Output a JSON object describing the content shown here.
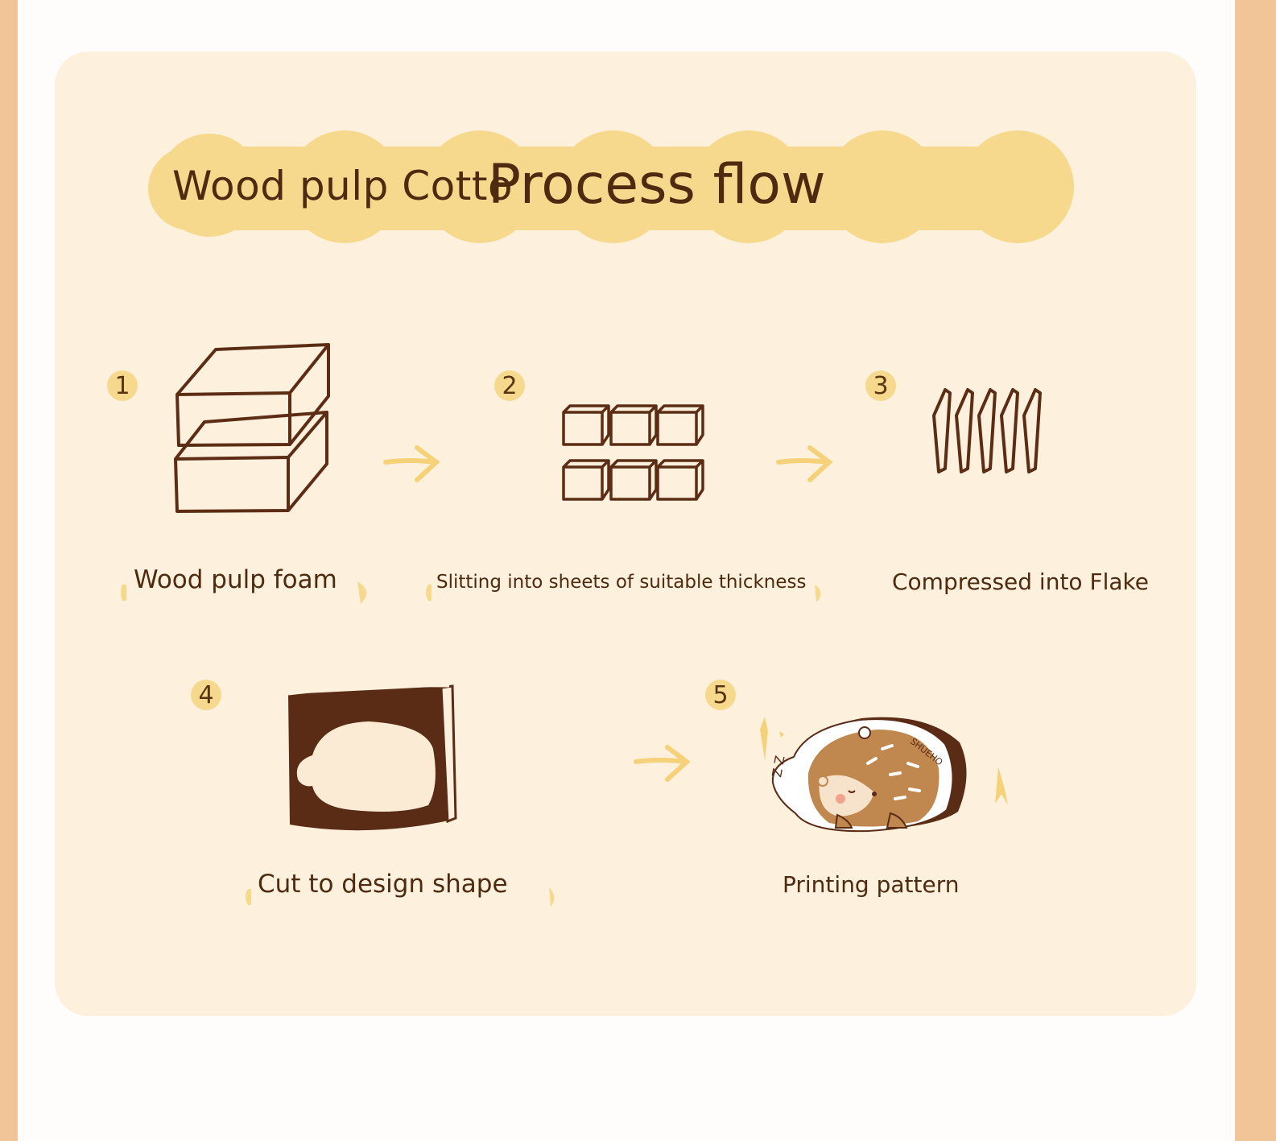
{
  "header": {
    "title_prefix": "Wood pulp Cotto",
    "title_main": "Process flow"
  },
  "steps": [
    {
      "number": "1",
      "label": "Wood pulp foam"
    },
    {
      "number": "2",
      "label": "Slitting into sheets of suitable thickness"
    },
    {
      "number": "3",
      "label": "Compressed into Flake"
    },
    {
      "number": "4",
      "label": "Cut to design shape"
    },
    {
      "number": "5",
      "label": "Printing pattern"
    }
  ],
  "illustration": {
    "brand_text": "SHUEHO",
    "sleep_text": "Z Z"
  },
  "colors": {
    "outer_border": "#F2C598",
    "panel": "#FDF0DC",
    "banner": "#F7D98E",
    "accent": "#F5D27A",
    "stroke": "#5C2D14"
  },
  "icons": [
    "stacked-blocks-icon",
    "cubes-icon",
    "flakes-icon",
    "cut-frame-icon",
    "hedgehog-sponge-icon",
    "arrow-right-icon"
  ]
}
